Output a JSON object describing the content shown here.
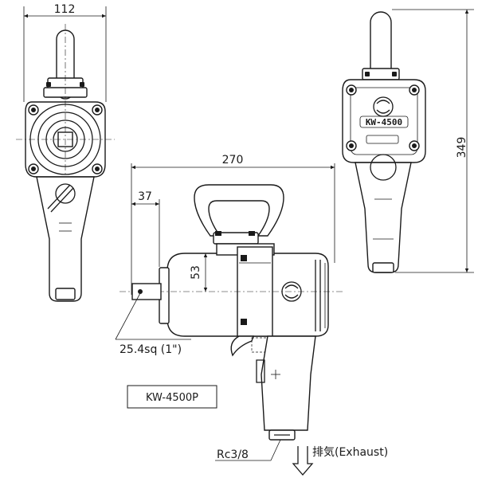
{
  "dimensions": {
    "front_width": "112",
    "side_length": "270",
    "anvil_offset": "37",
    "center_height": "53",
    "rear_height": "349"
  },
  "callouts": {
    "square_drive": "25.4sq (1\")",
    "air_inlet": "Rc3/8",
    "exhaust": "排気(Exhaust)"
  },
  "model_label": "KW-4500P",
  "tool_marking": "KW-4500"
}
